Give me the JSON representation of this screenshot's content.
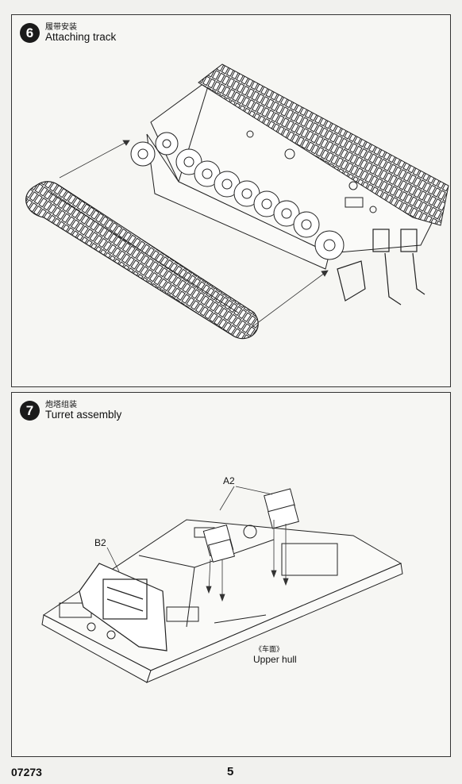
{
  "steps": [
    {
      "number": "6",
      "title_cn": "履带安装",
      "title_en": "Attaching track"
    },
    {
      "number": "7",
      "title_cn": "炮塔组装",
      "title_en": "Turret assembly",
      "callouts": {
        "a2": "A2",
        "b2": "B2",
        "upper_hull_cn": "《车面》",
        "upper_hull_en": "Upper hull"
      }
    }
  ],
  "footer": {
    "code": "07273",
    "page": "5"
  }
}
